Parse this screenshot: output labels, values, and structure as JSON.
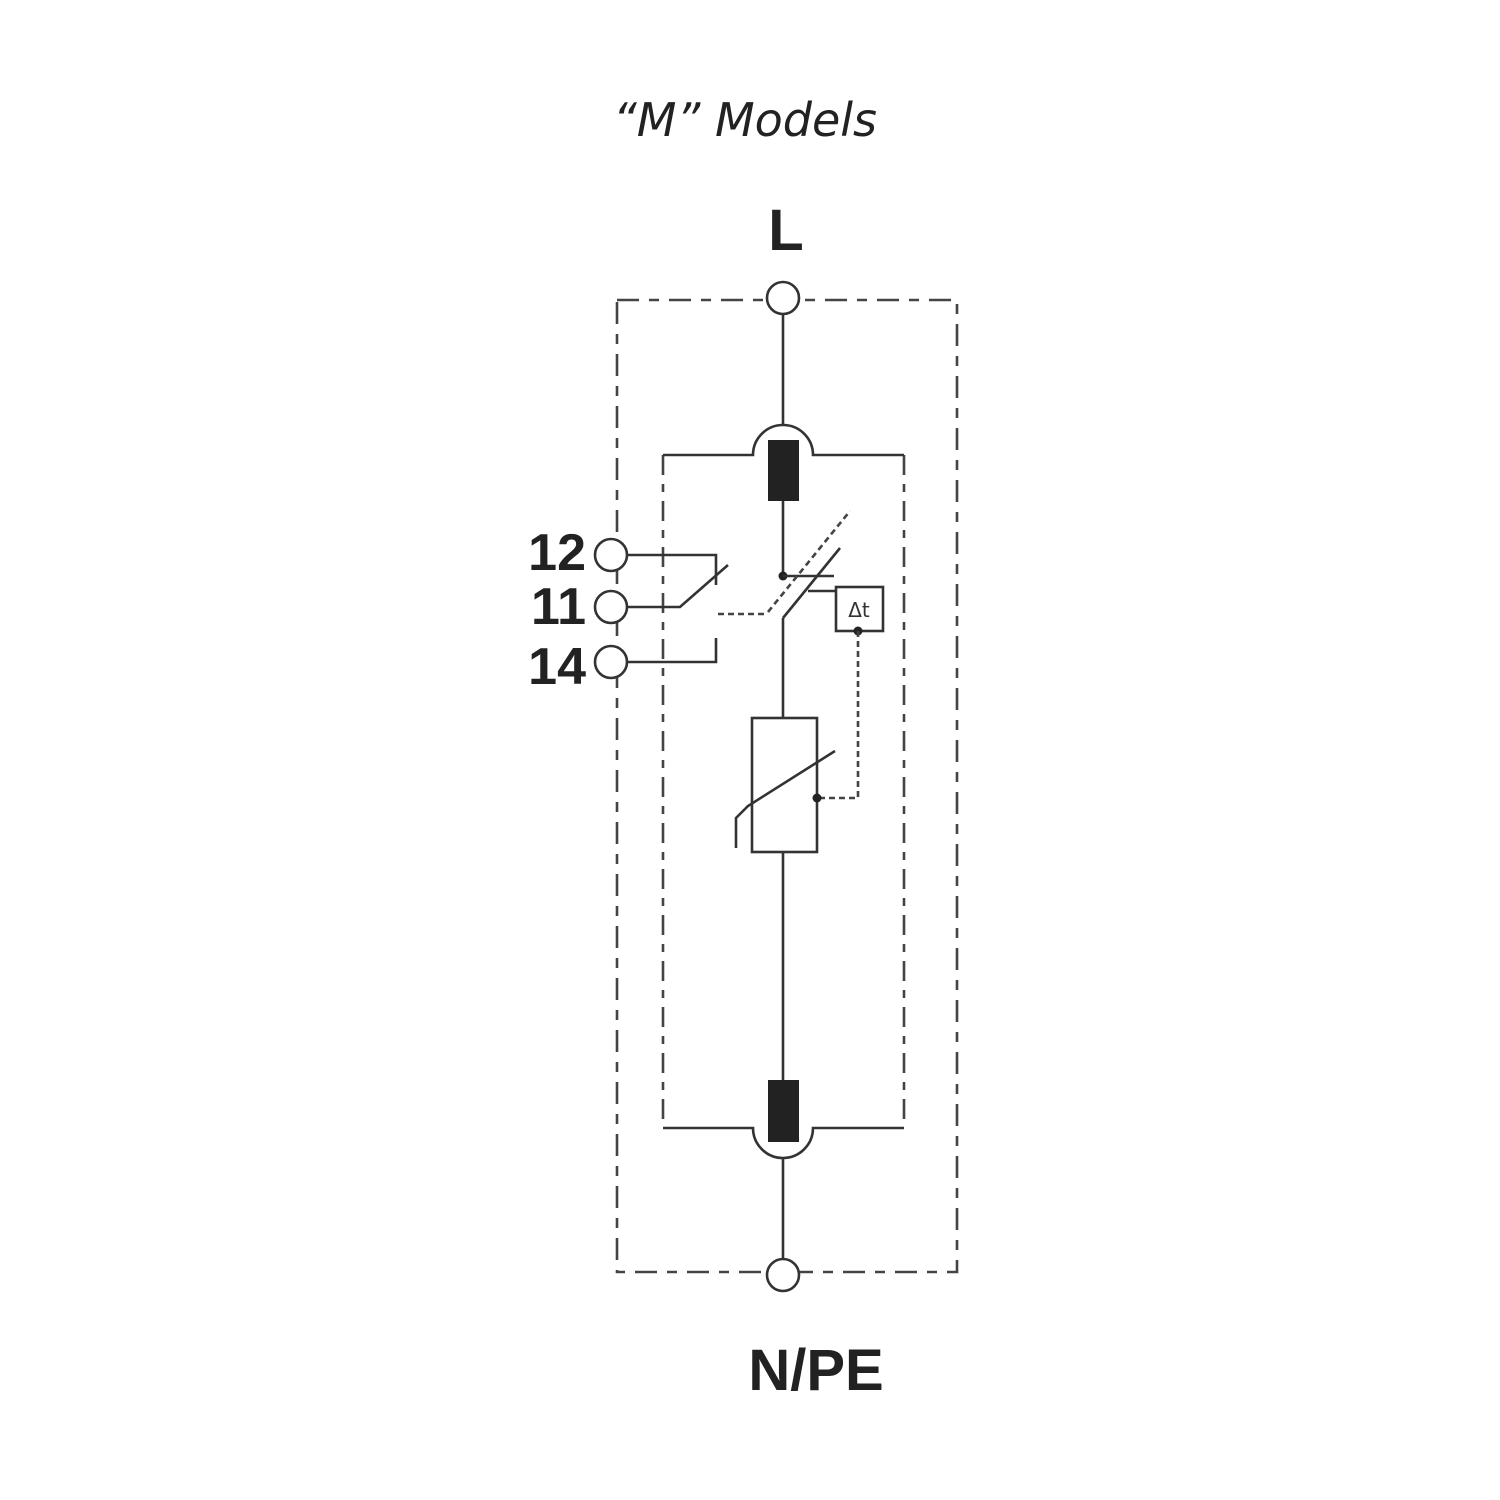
{
  "diagram": {
    "title": "“M” Models",
    "top_terminal_label": "L",
    "bottom_terminal_label": "N/PE",
    "aux_contacts": [
      {
        "label": "12",
        "role": "normally-closed"
      },
      {
        "label": "11",
        "role": "common"
      },
      {
        "label": "14",
        "role": "normally-open"
      }
    ],
    "thermal_disconnector_label": "Δt",
    "components": [
      "line-terminal",
      "spark-gap-top",
      "thermal-disconnect-switch",
      "thermal-sensor",
      "varistor",
      "spark-gap-bottom",
      "neutral-pe-terminal",
      "remote-signalling-contact"
    ],
    "colors": {
      "line": "#333333",
      "background": "#ffffff",
      "fill": "#222222"
    }
  }
}
